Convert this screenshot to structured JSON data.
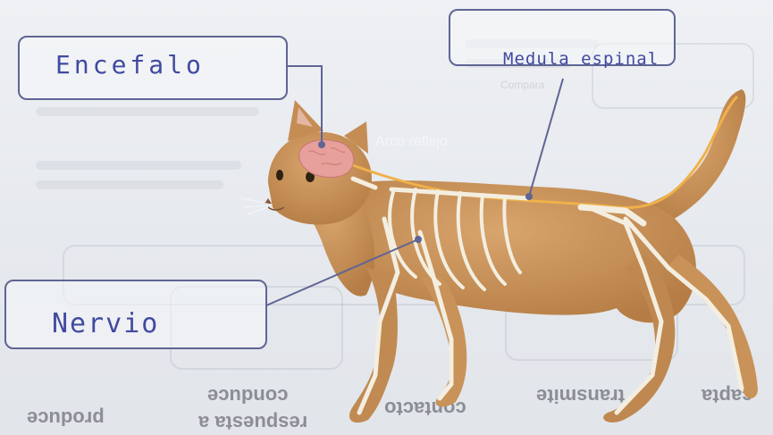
{
  "labels": {
    "brain": "Encefalo",
    "spinal_cord": "Medula espinal",
    "nerve": "Nervio"
  },
  "background_text": {
    "section_title": "Arco reflejo",
    "caption_1": "Compara",
    "lower_words": [
      "produce",
      "conduce",
      "respuesta a",
      "contacto",
      "transmite",
      "capta"
    ]
  },
  "colors": {
    "pen_ink": "#414aa0",
    "box_border": "#5f6594",
    "cat_fur": "#c9935a",
    "skeleton": "#f3eee0",
    "brain": "#e7a09b",
    "spine": "#f0b14a"
  },
  "icons": {
    "figure": "cat-nervous-system-illustration"
  }
}
